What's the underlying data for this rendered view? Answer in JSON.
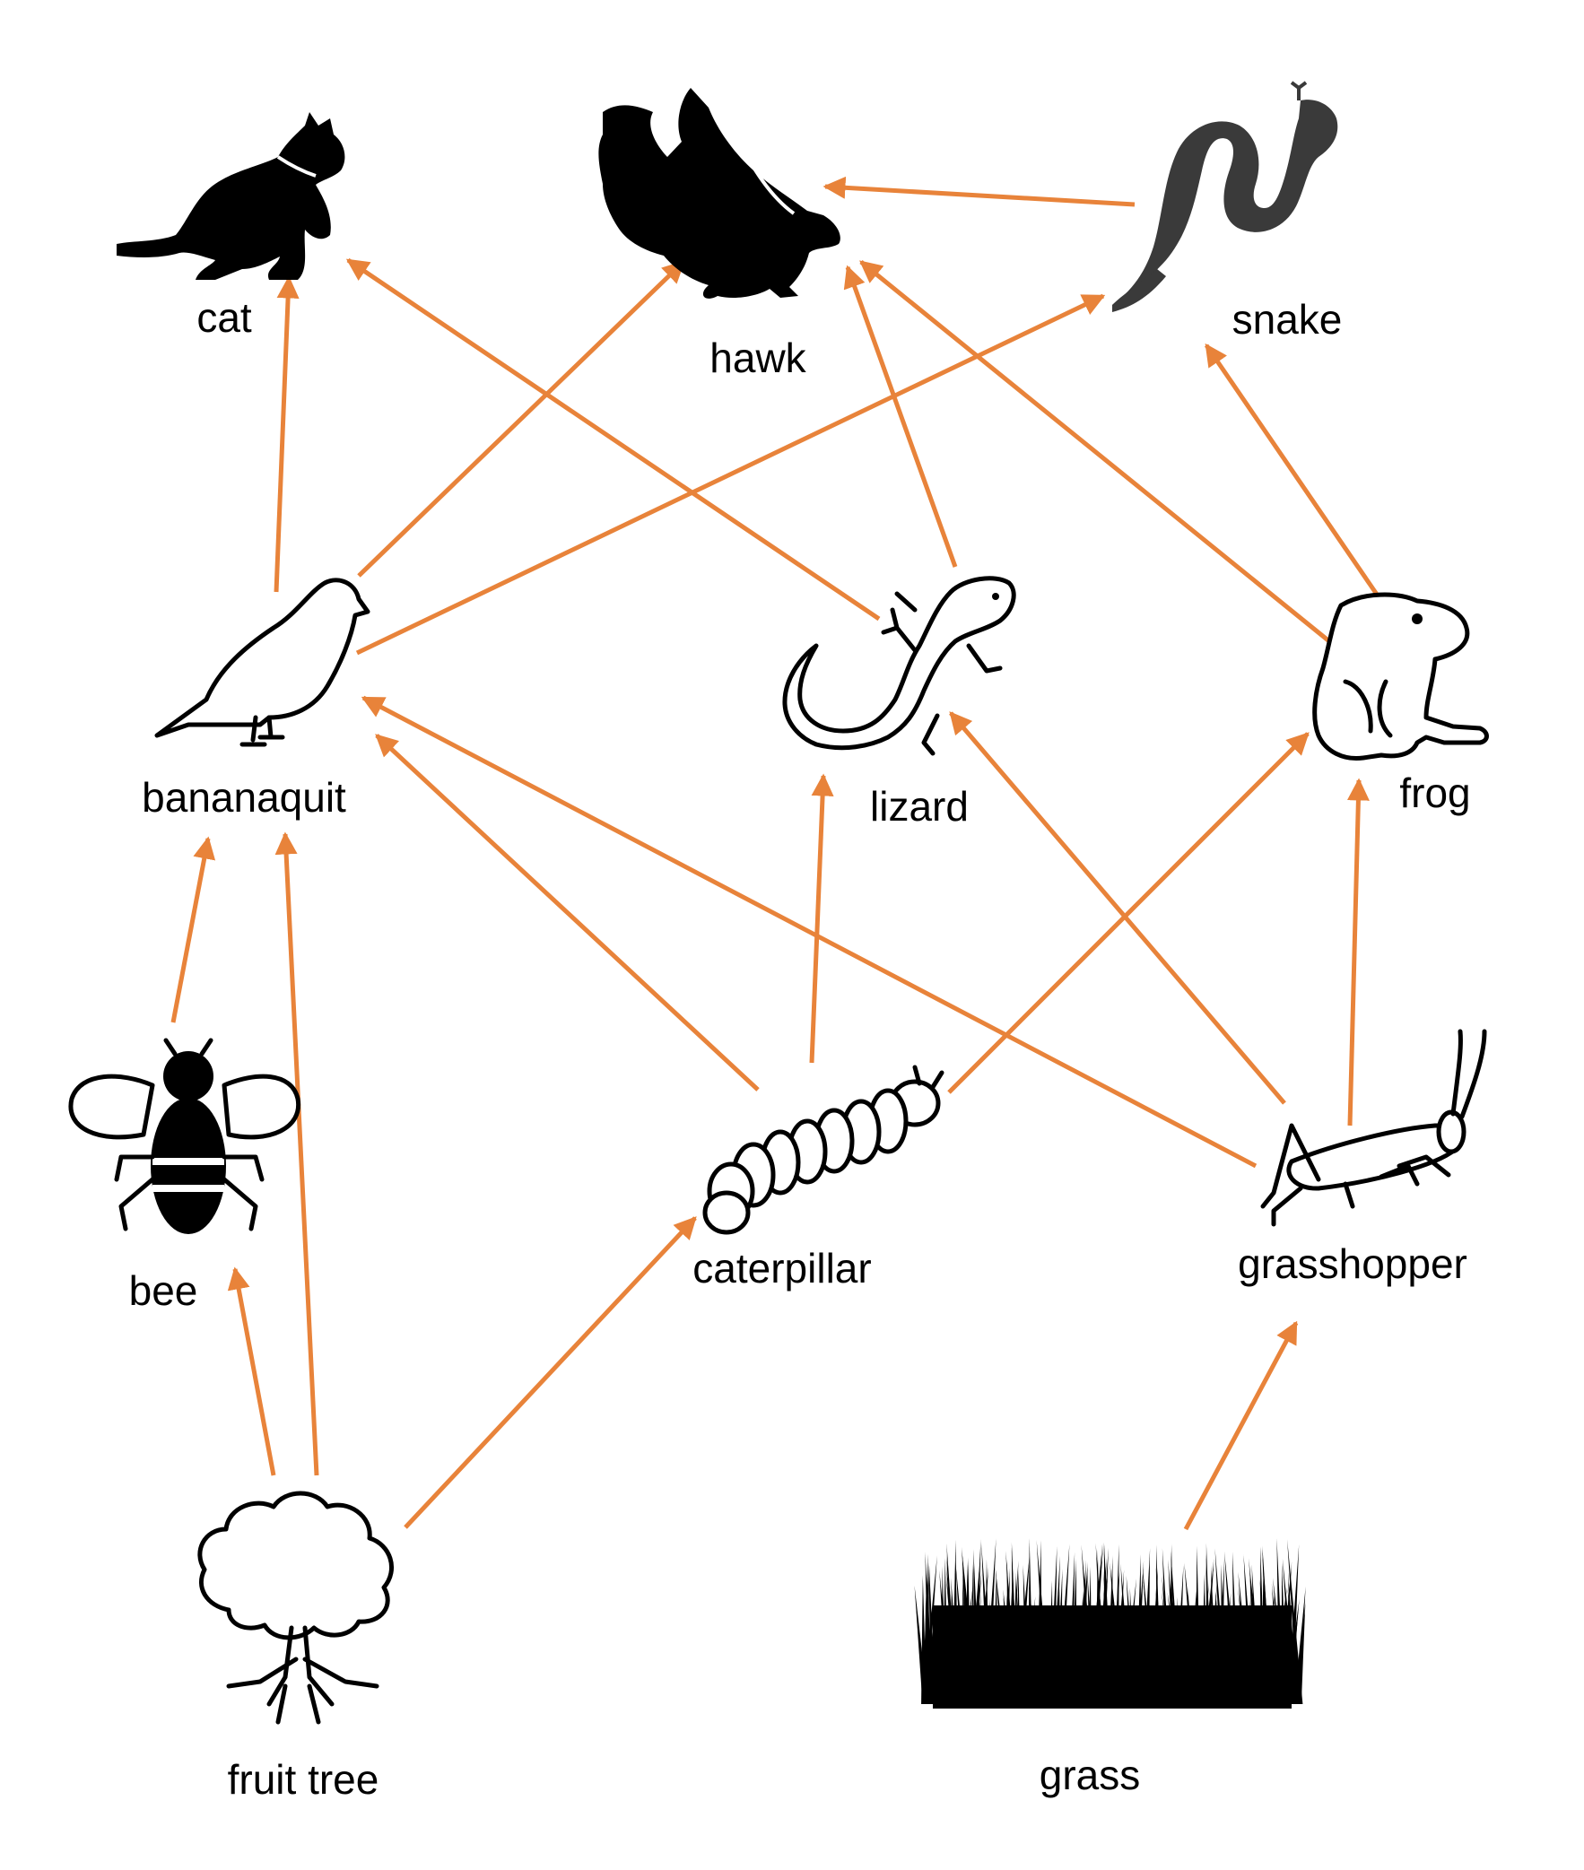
{
  "diagram": {
    "arrow_color": "#E8833A",
    "organisms": [
      {
        "id": "cat",
        "label": "cat",
        "icon": "cat-icon"
      },
      {
        "id": "hawk",
        "label": "hawk",
        "icon": "hawk-icon"
      },
      {
        "id": "snake",
        "label": "snake",
        "icon": "snake-icon"
      },
      {
        "id": "bananaquit",
        "label": "bananaquit",
        "icon": "bird-icon"
      },
      {
        "id": "lizard",
        "label": "lizard",
        "icon": "lizard-icon"
      },
      {
        "id": "frog",
        "label": "frog",
        "icon": "frog-icon"
      },
      {
        "id": "bee",
        "label": "bee",
        "icon": "bee-icon"
      },
      {
        "id": "caterpillar",
        "label": "caterpillar",
        "icon": "caterpillar-icon"
      },
      {
        "id": "grasshopper",
        "label": "grasshopper",
        "icon": "grasshopper-icon"
      },
      {
        "id": "fruit_tree",
        "label": "fruit tree",
        "icon": "tree-icon"
      },
      {
        "id": "grass",
        "label": "grass",
        "icon": "grass-icon"
      }
    ],
    "edges": [
      {
        "from": "fruit_tree",
        "to": "bee"
      },
      {
        "from": "fruit_tree",
        "to": "bananaquit"
      },
      {
        "from": "fruit_tree",
        "to": "caterpillar"
      },
      {
        "from": "grass",
        "to": "grasshopper"
      },
      {
        "from": "bee",
        "to": "bananaquit"
      },
      {
        "from": "caterpillar",
        "to": "bananaquit"
      },
      {
        "from": "caterpillar",
        "to": "lizard"
      },
      {
        "from": "caterpillar",
        "to": "frog"
      },
      {
        "from": "grasshopper",
        "to": "bananaquit"
      },
      {
        "from": "grasshopper",
        "to": "lizard"
      },
      {
        "from": "grasshopper",
        "to": "frog"
      },
      {
        "from": "bananaquit",
        "to": "cat"
      },
      {
        "from": "bananaquit",
        "to": "hawk"
      },
      {
        "from": "bananaquit",
        "to": "snake"
      },
      {
        "from": "lizard",
        "to": "cat"
      },
      {
        "from": "lizard",
        "to": "hawk"
      },
      {
        "from": "frog",
        "to": "hawk"
      },
      {
        "from": "frog",
        "to": "snake"
      },
      {
        "from": "snake",
        "to": "hawk"
      }
    ]
  }
}
